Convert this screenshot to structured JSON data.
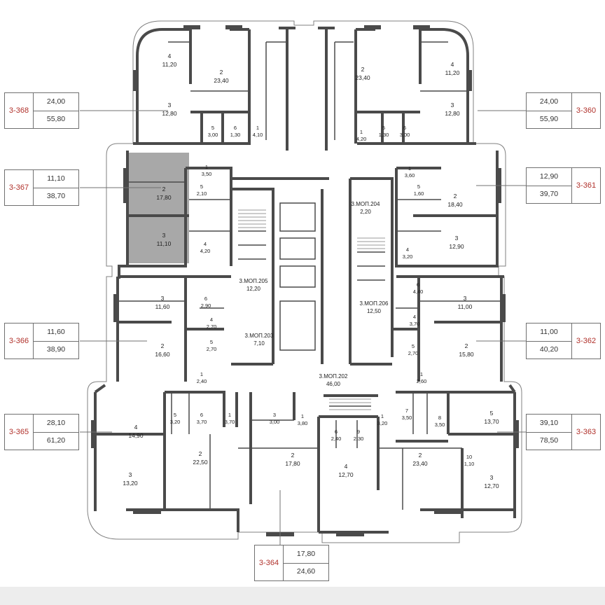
{
  "accent_color": "#b0302a",
  "highlight_color": "#a8a8a8",
  "wall_color": "#4a4a4a",
  "apartments": [
    {
      "code": "3-368",
      "v1": "24,00",
      "v2": "55,80",
      "side": "left"
    },
    {
      "code": "3-367",
      "v1": "11,10",
      "v2": "38,70",
      "side": "left"
    },
    {
      "code": "3-366",
      "v1": "11,60",
      "v2": "38,90",
      "side": "left"
    },
    {
      "code": "3-365",
      "v1": "28,10",
      "v2": "61,20",
      "side": "left"
    },
    {
      "code": "3-360",
      "v1": "24,00",
      "v2": "55,90",
      "side": "right"
    },
    {
      "code": "3-361",
      "v1": "12,90",
      "v2": "39,70",
      "side": "right"
    },
    {
      "code": "3-362",
      "v1": "11,00",
      "v2": "40,20",
      "side": "right"
    },
    {
      "code": "3-363",
      "v1": "39,10",
      "v2": "78,50",
      "side": "right"
    },
    {
      "code": "3-364",
      "v1": "17,80",
      "v2": "24,60",
      "side": "bottom"
    }
  ],
  "rooms": [
    {
      "n": "4",
      "a": "11,20"
    },
    {
      "n": "2",
      "a": "23,40"
    },
    {
      "n": "3",
      "a": "12,80"
    },
    {
      "n": "5",
      "a": "3,00"
    },
    {
      "n": "6",
      "a": "1,30"
    },
    {
      "n": "1",
      "a": "4,10"
    },
    {
      "n": "2",
      "a": "23,40"
    },
    {
      "n": "1",
      "a": "4,20"
    },
    {
      "n": "5",
      "a": "1,30"
    },
    {
      "n": "6",
      "a": "3,00"
    },
    {
      "n": "4",
      "a": "11,20"
    },
    {
      "n": "3",
      "a": "12,80"
    },
    {
      "n": "1",
      "a": "3,50"
    },
    {
      "n": "5",
      "a": "2,10"
    },
    {
      "n": "2",
      "a": "17,80"
    },
    {
      "n": "3",
      "a": "11,10"
    },
    {
      "n": "4",
      "a": "4,20"
    },
    {
      "n": "1",
      "a": "3,60"
    },
    {
      "n": "5",
      "a": "1,60"
    },
    {
      "n": "2",
      "a": "18,40"
    },
    {
      "n": "3",
      "a": "12,90"
    },
    {
      "n": "4",
      "a": "3,20"
    },
    {
      "n": "3",
      "a": "11,60"
    },
    {
      "n": "6",
      "a": "2,90"
    },
    {
      "n": "4",
      "a": "2,70"
    },
    {
      "n": "2",
      "a": "16,60"
    },
    {
      "n": "5",
      "a": "2,70"
    },
    {
      "n": "1",
      "a": "2,40"
    },
    {
      "n": "6",
      "a": "4,40"
    },
    {
      "n": "3",
      "a": "11,00"
    },
    {
      "n": "4",
      "a": "3,70"
    },
    {
      "n": "2",
      "a": "15,80"
    },
    {
      "n": "5",
      "a": "2,70"
    },
    {
      "n": "1",
      "a": "2,60"
    },
    {
      "n": "5",
      "a": "3,20"
    },
    {
      "n": "6",
      "a": "3,70"
    },
    {
      "n": "4",
      "a": "14,90"
    },
    {
      "n": "2",
      "a": "22,50"
    },
    {
      "n": "3",
      "a": "13,20"
    },
    {
      "n": "1",
      "a": "3,70"
    },
    {
      "n": "3",
      "a": "3,00"
    },
    {
      "n": "1",
      "a": "3,80"
    },
    {
      "n": "2",
      "a": "17,80"
    },
    {
      "n": "6",
      "a": "2,40"
    },
    {
      "n": "9",
      "a": "2,30"
    },
    {
      "n": "4",
      "a": "12,70"
    },
    {
      "n": "1",
      "a": "3,20"
    },
    {
      "n": "7",
      "a": "3,50"
    },
    {
      "n": "8",
      "a": "3,50"
    },
    {
      "n": "2",
      "a": "23,40"
    },
    {
      "n": "5",
      "a": "13,70"
    },
    {
      "n": "10",
      "a": "1,10"
    },
    {
      "n": "3",
      "a": "12,70"
    }
  ],
  "common": [
    {
      "name": "3.МОП.205",
      "a": "12,20"
    },
    {
      "name": "3.МОП.206",
      "a": "12,50"
    },
    {
      "name": "3.МОП.204",
      "a": "2,20"
    },
    {
      "name": "3.МОП.203",
      "a": "7,10"
    },
    {
      "name": "3.МОП.202",
      "a": "46,00"
    }
  ]
}
